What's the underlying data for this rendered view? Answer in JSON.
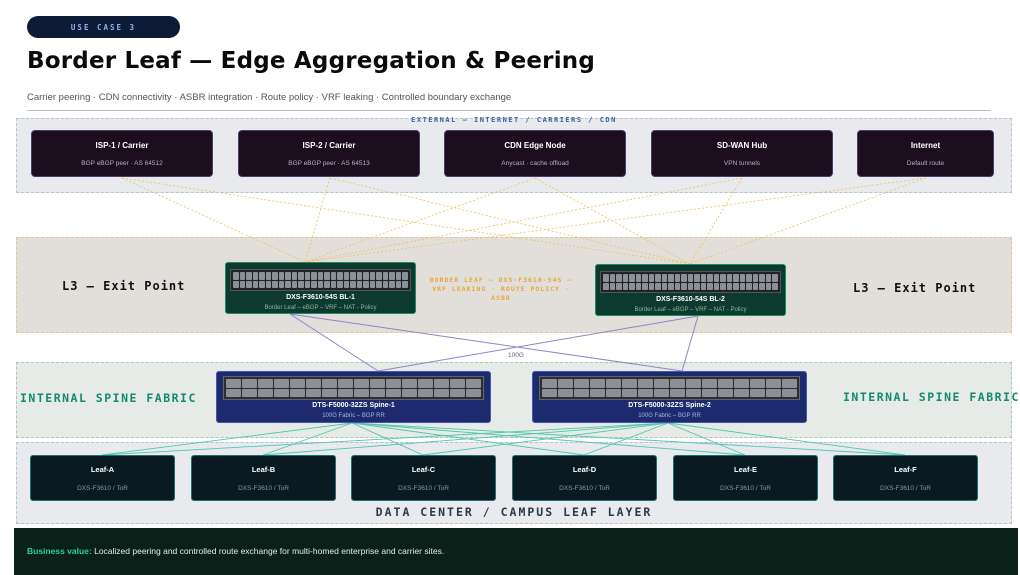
{
  "header": {
    "pill": "USE CASE 3",
    "title": "Border Leaf — Edge Aggregation & Peering",
    "subtitle": "Carrier peering · CDN connectivity · ASBR integration · Route policy · VRF leaking · Controlled boundary exchange"
  },
  "bands": {
    "external_title": "EXTERNAL — INTERNET / CARRIERS / CDN",
    "border_left": "L3 – Exit Point",
    "border_right": "L3 – Exit Point",
    "border_center": "BORDER LEAF — DXS-F3610-54S —\nVRF LEAKING · ROUTE POLICY ·\nASBR",
    "spine_left": "INTERNAL SPINE FABRIC",
    "spine_right": "INTERNAL SPINE FABRIC",
    "leaf_title": "DATA CENTER / CAMPUS LEAF LAYER",
    "link_label": "100G"
  },
  "external": [
    {
      "name": "ISP-1 / Carrier",
      "sub": "BGP eBGP peer · AS 64512"
    },
    {
      "name": "ISP-2 / Carrier",
      "sub": "BGP eBGP peer · AS 64513"
    },
    {
      "name": "CDN Edge Node",
      "sub": "Anycast · cache offload"
    },
    {
      "name": "SD-WAN Hub",
      "sub": "VPN tunnels"
    },
    {
      "name": "Internet",
      "sub": "Default route"
    }
  ],
  "border_leaves": [
    {
      "name": "DXS-F3610-54S BL-1",
      "sub": "Border Leaf – eBGP – VRF – NAT - Policy"
    },
    {
      "name": "DXS-F3610-54S BL-2",
      "sub": "Border Leaf – eBGP – VRF – NAT - Policy"
    }
  ],
  "spines": [
    {
      "name": "DTS-F5000-32ZS  Spine-1",
      "sub": "100G Fabric – BGP RR"
    },
    {
      "name": "DTS-F5000-32ZS  Spine-2",
      "sub": "100G Fabric – BGP RR"
    }
  ],
  "leaves": [
    {
      "name": "Leaf-A",
      "sub": "DXS-F3610 / ToR"
    },
    {
      "name": "Leaf-B",
      "sub": "DXS-F3610 / ToR"
    },
    {
      "name": "Leaf-C",
      "sub": "DXS-F3610 / ToR"
    },
    {
      "name": "Leaf-D",
      "sub": "DXS-F3610 / ToR"
    },
    {
      "name": "Leaf-E",
      "sub": "DXS-F3610 / ToR"
    },
    {
      "name": "Leaf-F",
      "sub": "DXS-F3610 / ToR"
    }
  ],
  "footer": {
    "key": "Business value:",
    "text": " Localized peering and controlled route exchange for multi-homed enterprise and carrier sites."
  },
  "colors": {
    "external_link": "#e9c15a",
    "border_spine_link": "#8a86c8",
    "spine_leaf_link": "#4fc6a8",
    "accent_green": "#138a6e",
    "accent_orange": "#e9a53c"
  }
}
